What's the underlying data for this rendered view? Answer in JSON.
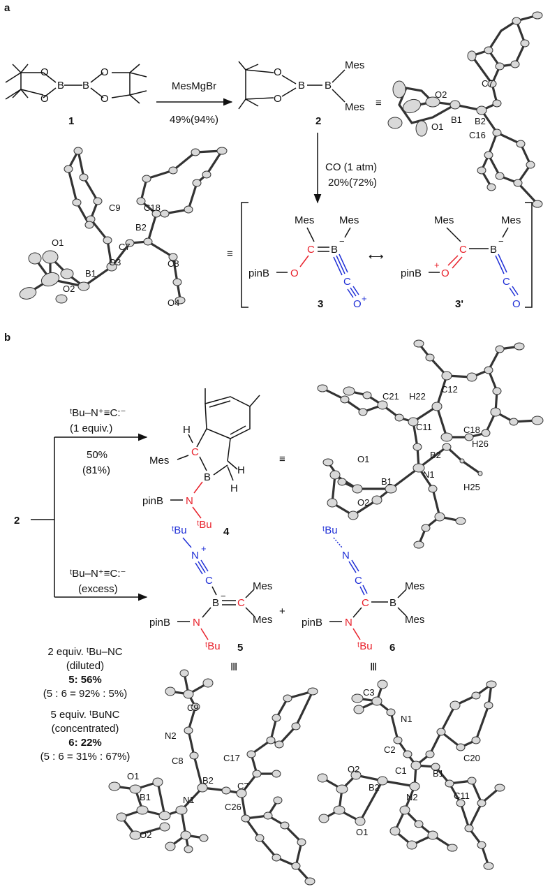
{
  "panels": {
    "a": "a",
    "b": "b"
  },
  "scheme_a": {
    "reagent_1": "MesMgBr",
    "yield_1": "49%(94%)",
    "reagent_2": "CO (1 atm)",
    "yield_2": "20%(72%)",
    "compound_1": "1",
    "compound_2": "2",
    "compound_3": "3",
    "compound_3p": "3'",
    "equiv_symbol": "≡",
    "resonance_arrow": "⟷"
  },
  "scheme_b": {
    "start": "2",
    "reagent_top": "ᵗBu–N⁺≡C:⁻",
    "equiv_top": "(1 equiv.)",
    "yield_top": "50%",
    "yield_top_paren": "(81%)",
    "reagent_bottom": "ᵗBu–N⁺≡C:⁻",
    "equiv_bottom": "(excess)",
    "compound_4": "4",
    "compound_5": "5",
    "compound_6": "6",
    "plus": "+",
    "conditions": [
      "2 equiv. ᵗBu–NC",
      "(diluted)",
      "5: 56%",
      "(5 : 6 = 92% : 5%)",
      "5 equiv. ᵗBuNC",
      "(concentrated)",
      "6: 22%",
      "(5 : 6 = 31% : 67%)"
    ]
  },
  "atom_labels_2": [
    "O2",
    "O1",
    "B1",
    "B2",
    "C7",
    "C16"
  ],
  "atom_labels_3": [
    "C9",
    "C18",
    "B2",
    "O1",
    "C7",
    "O3",
    "C8",
    "B1",
    "O2",
    "O4"
  ],
  "atom_labels_4": [
    "C21",
    "H22",
    "C12",
    "C11",
    "C18",
    "B2",
    "H26",
    "O1",
    "B1",
    "N1",
    "H25",
    "O2"
  ],
  "atom_labels_5": [
    "C9",
    "N2",
    "C8",
    "C17",
    "O1",
    "B2",
    "C7",
    "B1",
    "N1",
    "C26",
    "O2"
  ],
  "atom_labels_6": [
    "C3",
    "N1",
    "C2",
    "C20",
    "O2",
    "C1",
    "B1",
    "B2",
    "N2",
    "C11",
    "O1"
  ]
}
